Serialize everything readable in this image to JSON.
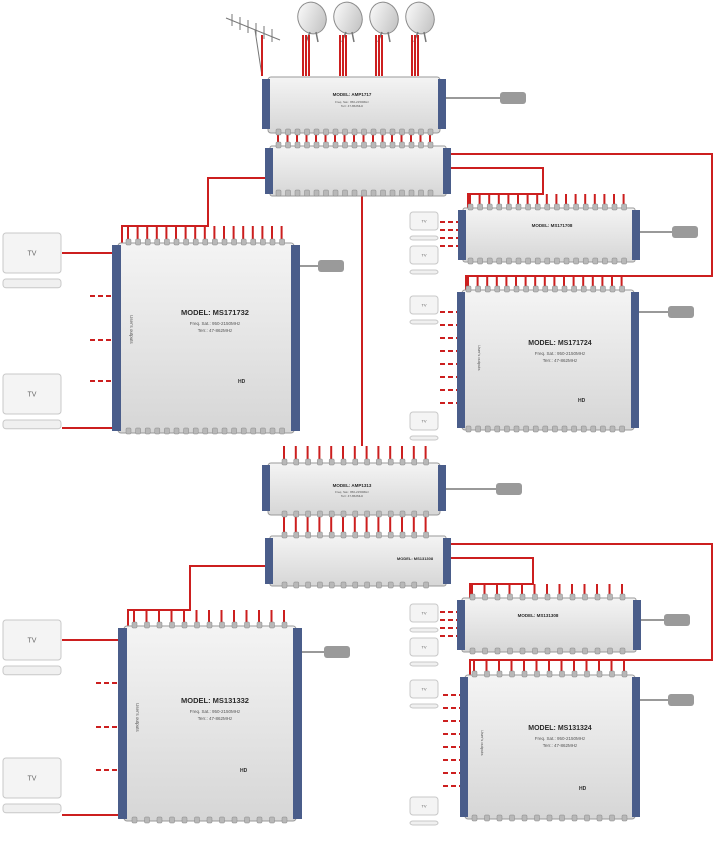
{
  "amplifier_top": {
    "model": "MODEL: AMP1717",
    "freq_sat": "Freq. Sat.: 950-2150MHz",
    "terr": "Terr: 47-862MHz"
  },
  "amplifier_mid": {
    "model": "MODEL: AMP1313",
    "freq_sat": "Freq. Sat.: 950-2150MHz",
    "terr": "Terr: 47-862MHz"
  },
  "cascade_mid": {
    "model": "MODEL: MS131308"
  },
  "ms171732": {
    "model": "MODEL: MS171732",
    "freq_sat": "Freq. Sat.: 950-2150MHz",
    "terr": "Terr.: 47-862MHz",
    "outputs_label": "User's outputs",
    "hd_badge": "HD"
  },
  "ms171724": {
    "model": "MODEL: MS171724",
    "freq_sat": "Freq. Sat.: 950-2150MHz",
    "terr": "Terr.: 47-862MHz",
    "outputs_label": "User's outputs",
    "hd_badge": "HD"
  },
  "ms171708": {
    "model": "MODEL: MS171708"
  },
  "ms131332": {
    "model": "MODEL: MS131332",
    "freq_sat": "Freq. Sat.: 950-2150MHz",
    "terr": "Terr.: 47-862MHz",
    "outputs_label": "User's outputs",
    "hd_badge": "HD"
  },
  "ms131324": {
    "model": "MODEL: MS131324",
    "freq_sat": "Freq. Sat.: 950-2150MHz",
    "terr": "Terr.: 47-862MHz",
    "outputs_label": "User's outputs",
    "hd_badge": "HD"
  },
  "ms131308": {
    "model": "MODEL: MS131308"
  },
  "tv_label": "TV",
  "colors": {
    "cable": "#cc1f1f",
    "housing": "#e8e8e8",
    "rail": "#4a5d8a",
    "connector": "#b8b8b8"
  }
}
